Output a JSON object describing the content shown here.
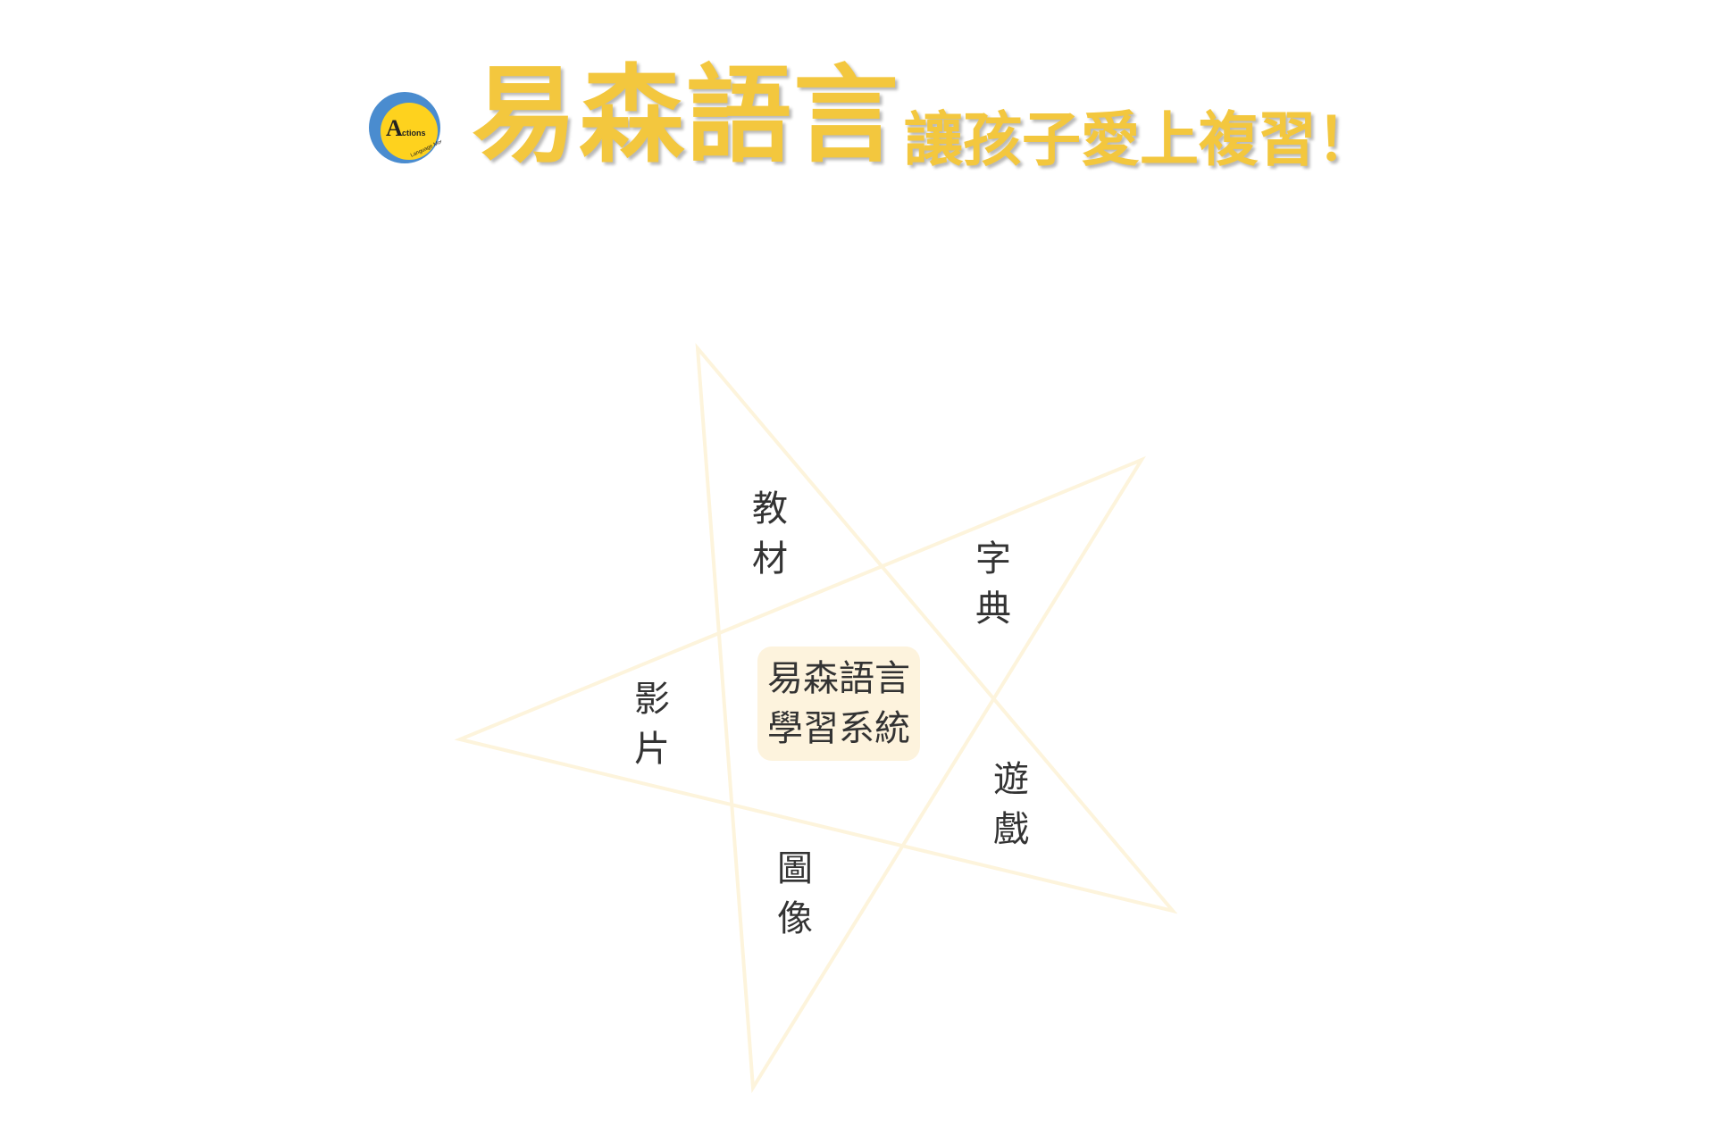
{
  "header": {
    "logo": {
      "letter": "A",
      "text": "ctions",
      "subtext": "Language Mode"
    },
    "title": "易森語言",
    "slogan": "讓孩子愛上複習！"
  },
  "diagram": {
    "center": {
      "line1": "易森語言",
      "line2": "學習系統"
    },
    "features": {
      "materials": {
        "line1": "教",
        "line2": "材"
      },
      "dictionary": {
        "line1": "字",
        "line2": "典"
      },
      "video": {
        "line1": "影",
        "line2": "片"
      },
      "games": {
        "line1": "遊",
        "line2": "戲"
      },
      "images": {
        "line1": "圖",
        "line2": "像"
      }
    }
  },
  "colors": {
    "brand_yellow": "#f3c73e",
    "logo_blue": "#4a8ccf",
    "logo_yellow": "#fed21e",
    "star_line": "#fdf4dc",
    "center_box": "#fdf3dd",
    "text_dark": "#333333"
  }
}
